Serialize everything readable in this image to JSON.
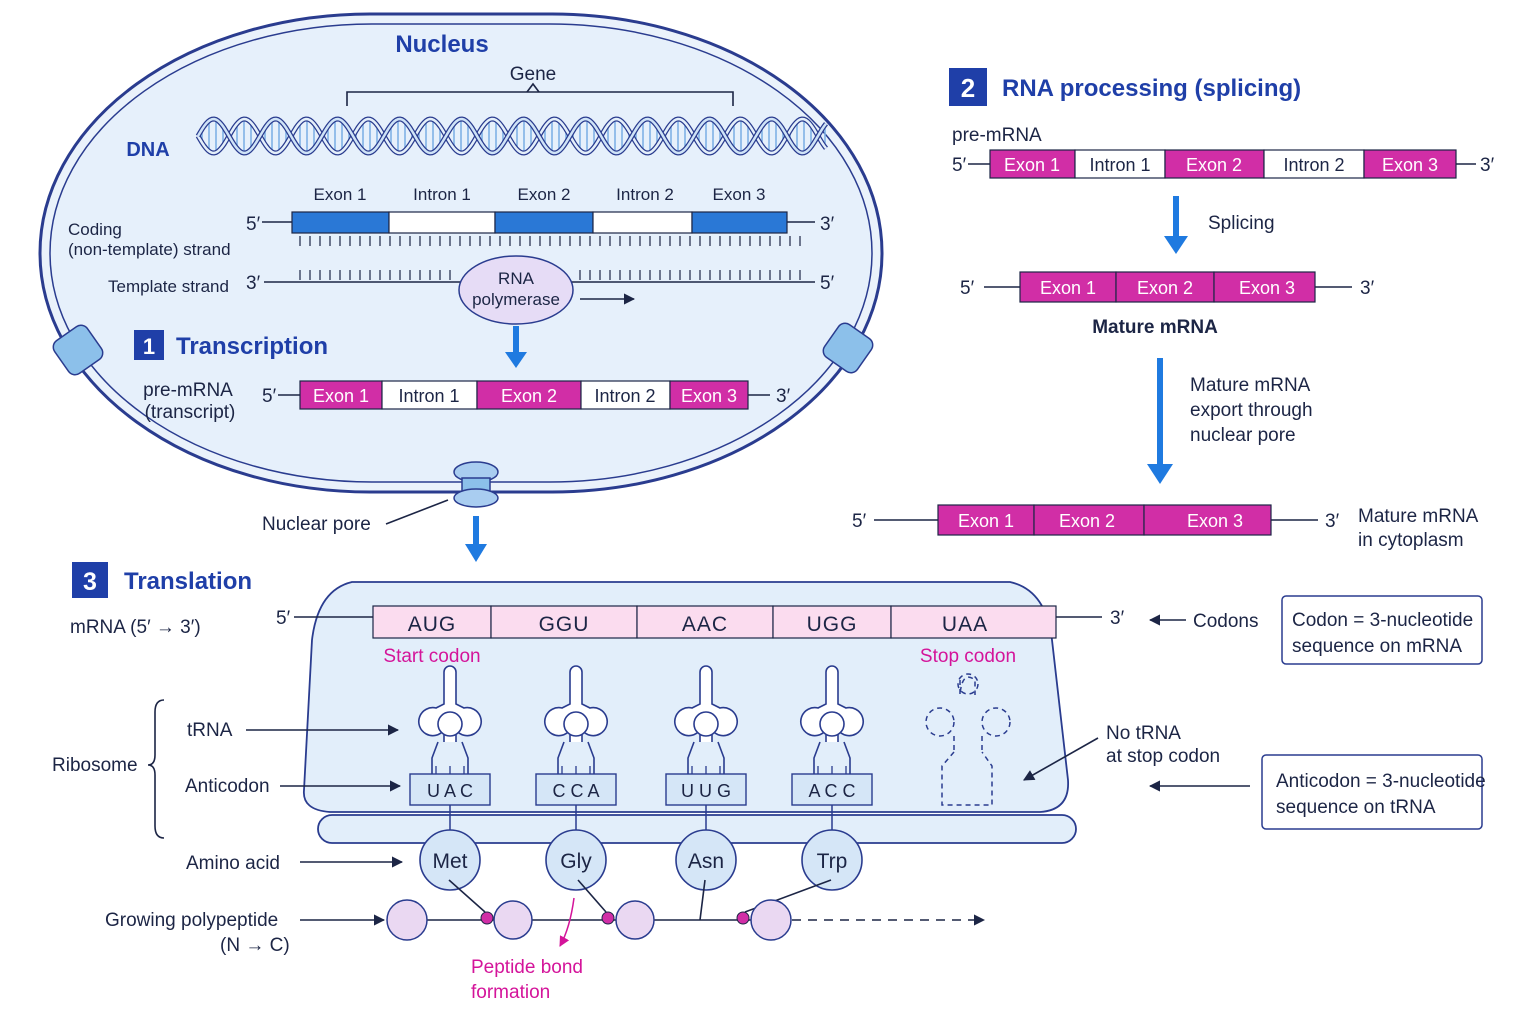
{
  "colors": {
    "cell_fill": "#e6f0fb",
    "cell_stroke": "#2a3c8f",
    "exon_blue": "#2a78d6",
    "exon_magenta": "#d12ea6",
    "codon_fill": "#fbdcef",
    "arrow_blue": "#1f7ae0",
    "title_blue": "#1f3fa8",
    "magenta_text": "#d4149a",
    "circle_fill": "#dbe8f7",
    "bead_fill": "#ead8f2"
  },
  "nucleus": {
    "title": "Nucleus",
    "gene_label": "Gene",
    "dna_label": "DNA",
    "coding_label_1": "Coding",
    "coding_label_2": "(non-template) strand",
    "template_label": "Template strand",
    "exon_labels": [
      "Exon 1",
      "Intron 1",
      "Exon 2",
      "Intron 2",
      "Exon 3"
    ],
    "rna_pol_1": "RNA",
    "rna_pol_2": "polymerase",
    "prime5": "5′",
    "prime3": "3′"
  },
  "step1": {
    "num": "1",
    "title": "Transcription",
    "pre_label_1": "pre-mRNA",
    "pre_label_2": "(transcript)",
    "segments": [
      "Exon 1",
      "Intron 1",
      "Exon 2",
      "Intron 2",
      "Exon 3"
    ]
  },
  "step2": {
    "num": "2",
    "title": "RNA processing (splicing)",
    "pre_label": "pre-mRNA",
    "segments": [
      "Exon 1",
      "Intron 1",
      "Exon 2",
      "Intron 2",
      "Exon 3"
    ],
    "splicing_label": "Splicing",
    "mature_segments": [
      "Exon 1",
      "Exon 2",
      "Exon 3"
    ],
    "mature_label": "Mature mRNA",
    "export_1": "Mature mRNA",
    "export_2": "export through",
    "export_3": "nuclear pore",
    "cyto_segments": [
      "Exon 1",
      "Exon 2",
      "Exon 3"
    ],
    "cyto_label_1": "Mature mRNA",
    "cyto_label_2": "in cytoplasm"
  },
  "pore_label": "Nuclear pore",
  "step3": {
    "num": "3",
    "title": "Translation",
    "mrna_label": "mRNA (5′ → 3′)",
    "codons": [
      "AUG",
      "GGU",
      "AAC",
      "UGG",
      "UAA"
    ],
    "start_codon": "Start codon",
    "stop_codon": "Stop codon",
    "codons_label": "Codons",
    "codon_box_1": "Codon = 3-nucleotide",
    "codon_box_2": "sequence on mRNA",
    "ribosome_label": "Ribosome",
    "trna_label": "tRNA",
    "anticodon_label": "Anticodon",
    "anticodons": [
      "U A C",
      "C C A",
      "U U G",
      "A C C"
    ],
    "no_trna_1": "No tRNA",
    "no_trna_2": "at stop codon",
    "anticodon_box_1": "Anticodon = 3-nucleotide",
    "anticodon_box_2": "sequence on tRNA",
    "amino_label": "Amino acid",
    "amino_acids": [
      "Met",
      "Gly",
      "Asn",
      "Trp"
    ],
    "poly_label_1": "Growing polypeptide",
    "poly_label_2": "(N → C)",
    "bond_1": "Peptide bond",
    "bond_2": "formation"
  }
}
